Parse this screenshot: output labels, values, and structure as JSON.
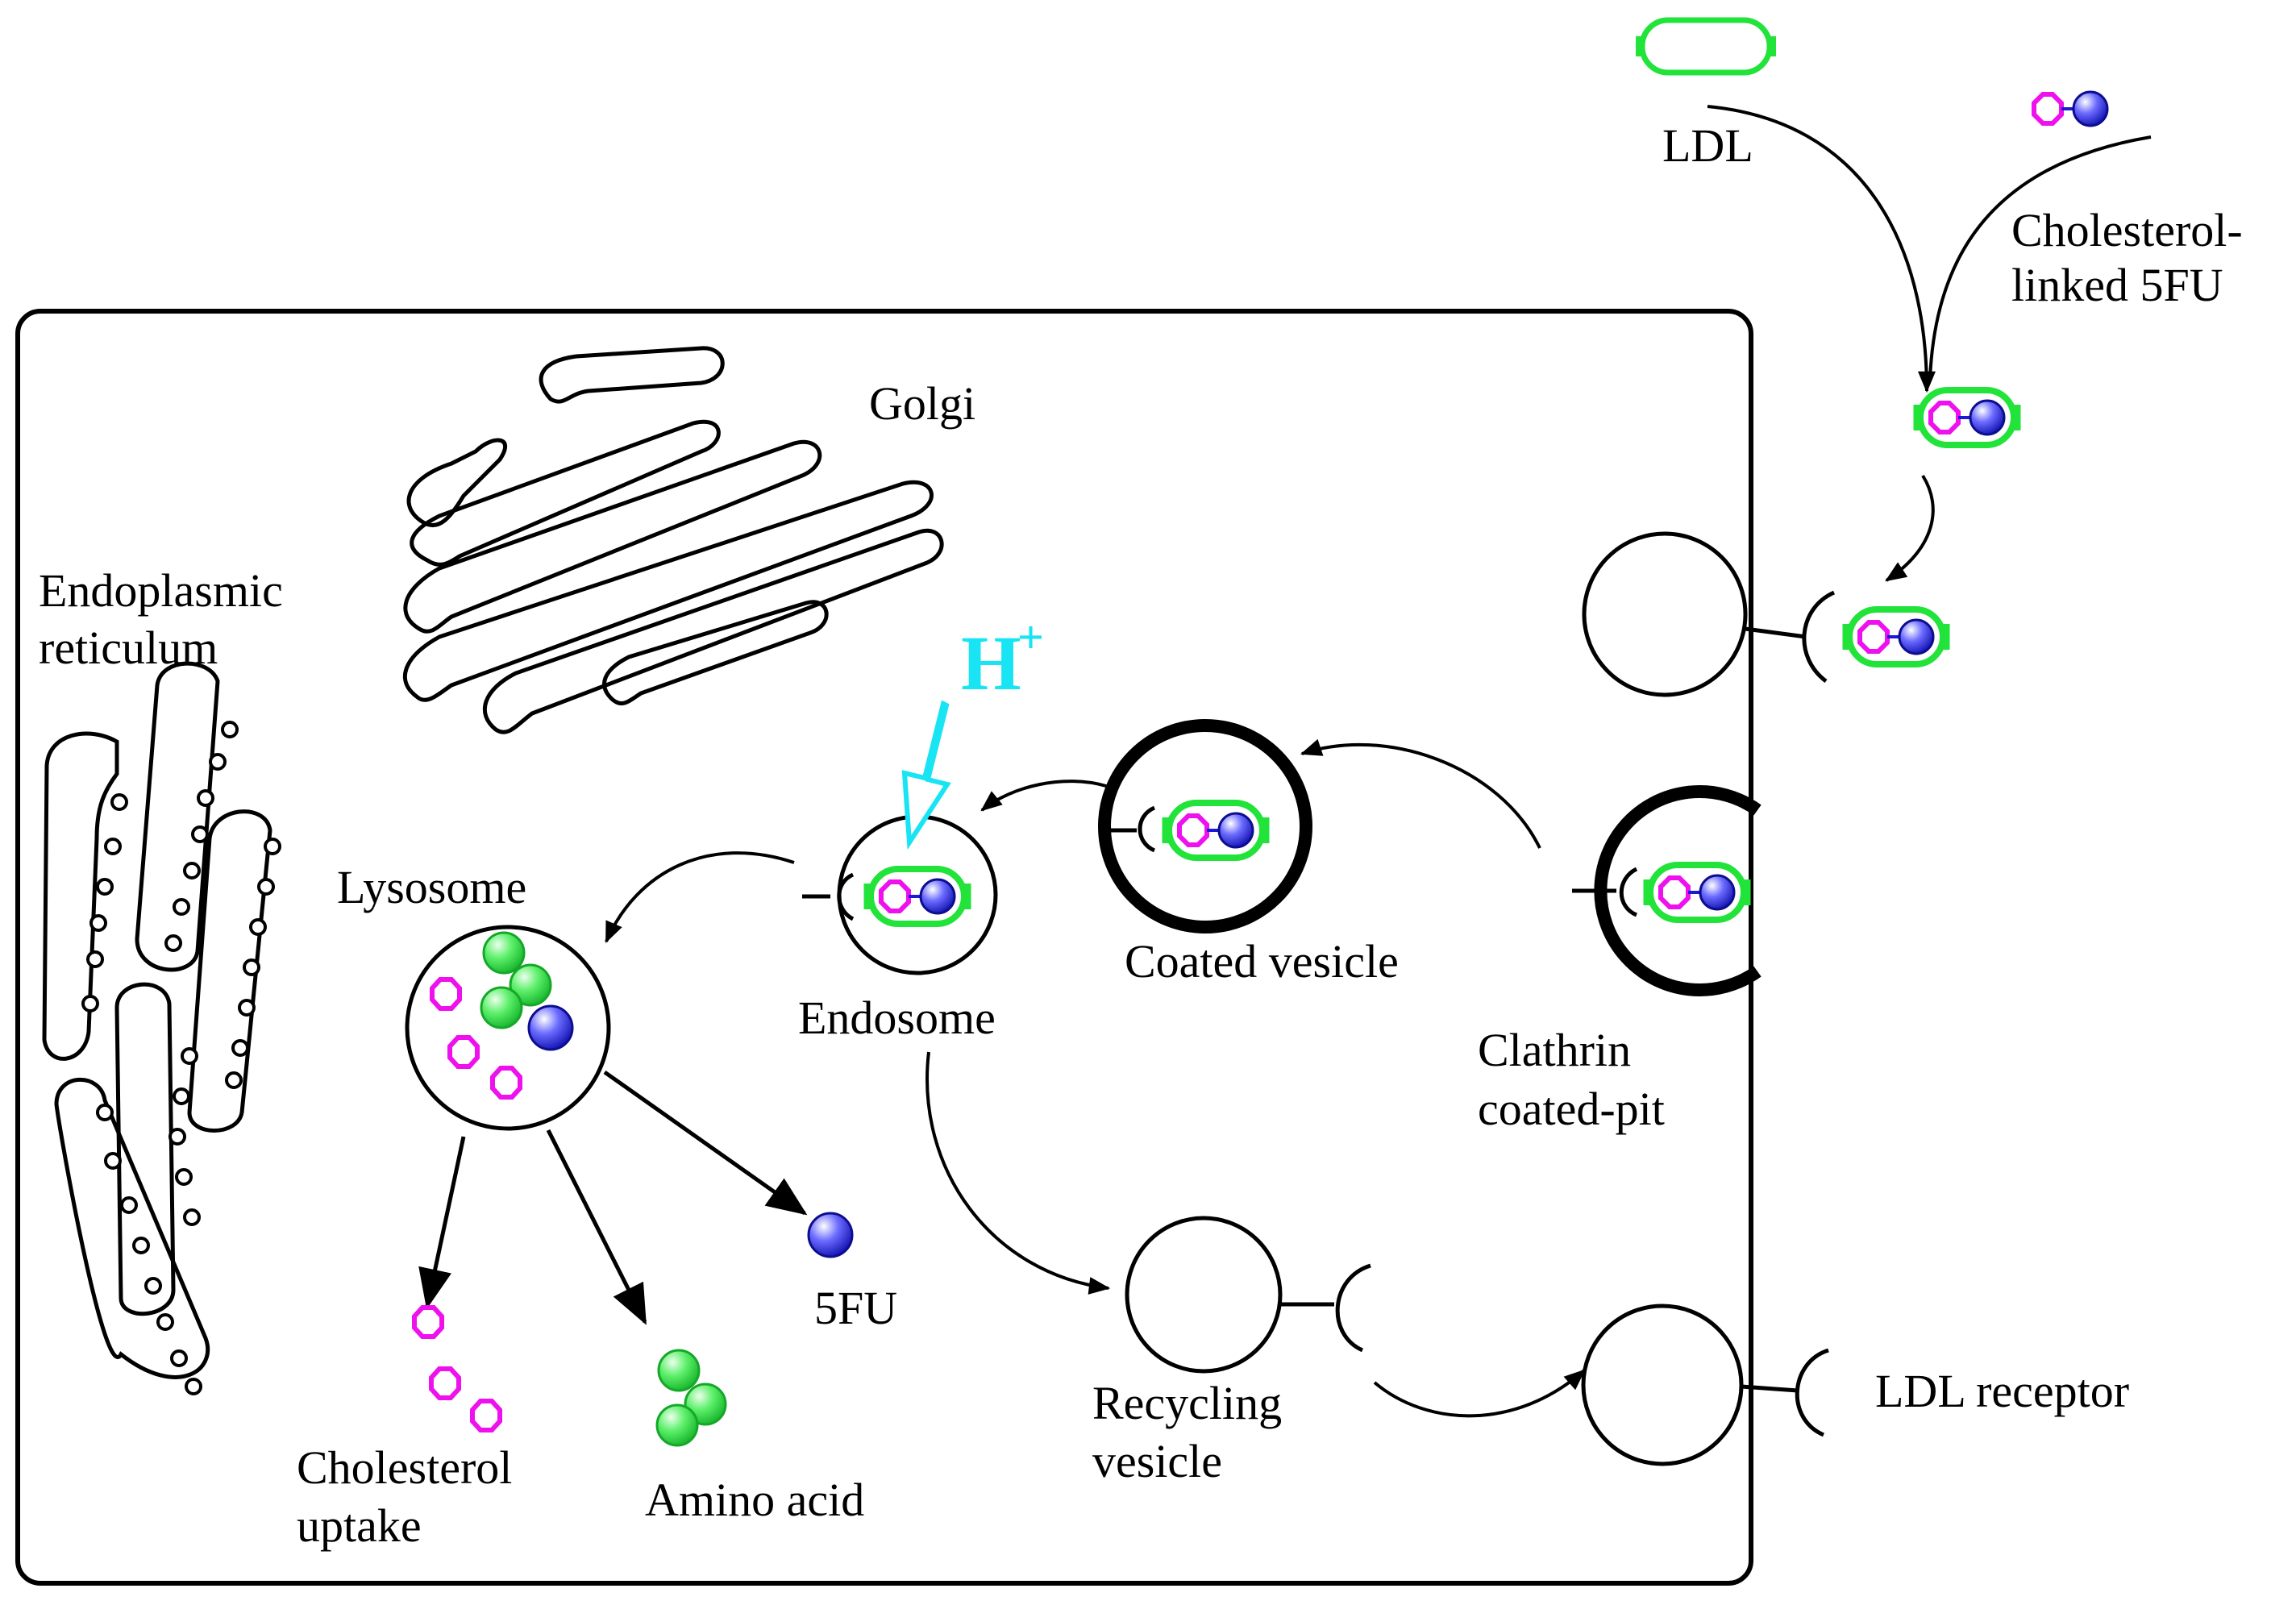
{
  "labels": {
    "ldl": "LDL",
    "cholesterol_linked_line1": "Cholesterol-",
    "cholesterol_linked_line2": "linked 5FU",
    "golgi": "Golgi",
    "er_line1": "Endoplasmic",
    "er_line2": "reticulum",
    "proton": "H",
    "proton_sup": "+",
    "lysosome": "Lysosome",
    "endosome": "Endosome",
    "coated_vesicle": "Coated vesicle",
    "clathrin_line1": "Clathrin",
    "clathrin_line2": "coated-pit",
    "five_fu": "5FU",
    "cholesterol_uptake_line1": "Cholesterol",
    "cholesterol_uptake_line2": "uptake",
    "amino_acid": "Amino acid",
    "recycling_line1": "Recycling",
    "recycling_line2": "vesicle",
    "ldl_receptor": "LDL receptor"
  },
  "colors": {
    "ldl_green": "#22e33a",
    "cholesterol_magenta": "#ee11ee",
    "fiveFU_blue": "#1a1ad6",
    "amino_green": "#2ed84a",
    "proton_cyan": "#18e4f4",
    "outline": "#000000"
  },
  "icons": [
    "ldl-particle-icon",
    "cholesterol-icon",
    "five-fu-sphere-icon",
    "amino-acid-sphere-icon",
    "ldl-receptor-icon",
    "proton-arrow-icon"
  ]
}
